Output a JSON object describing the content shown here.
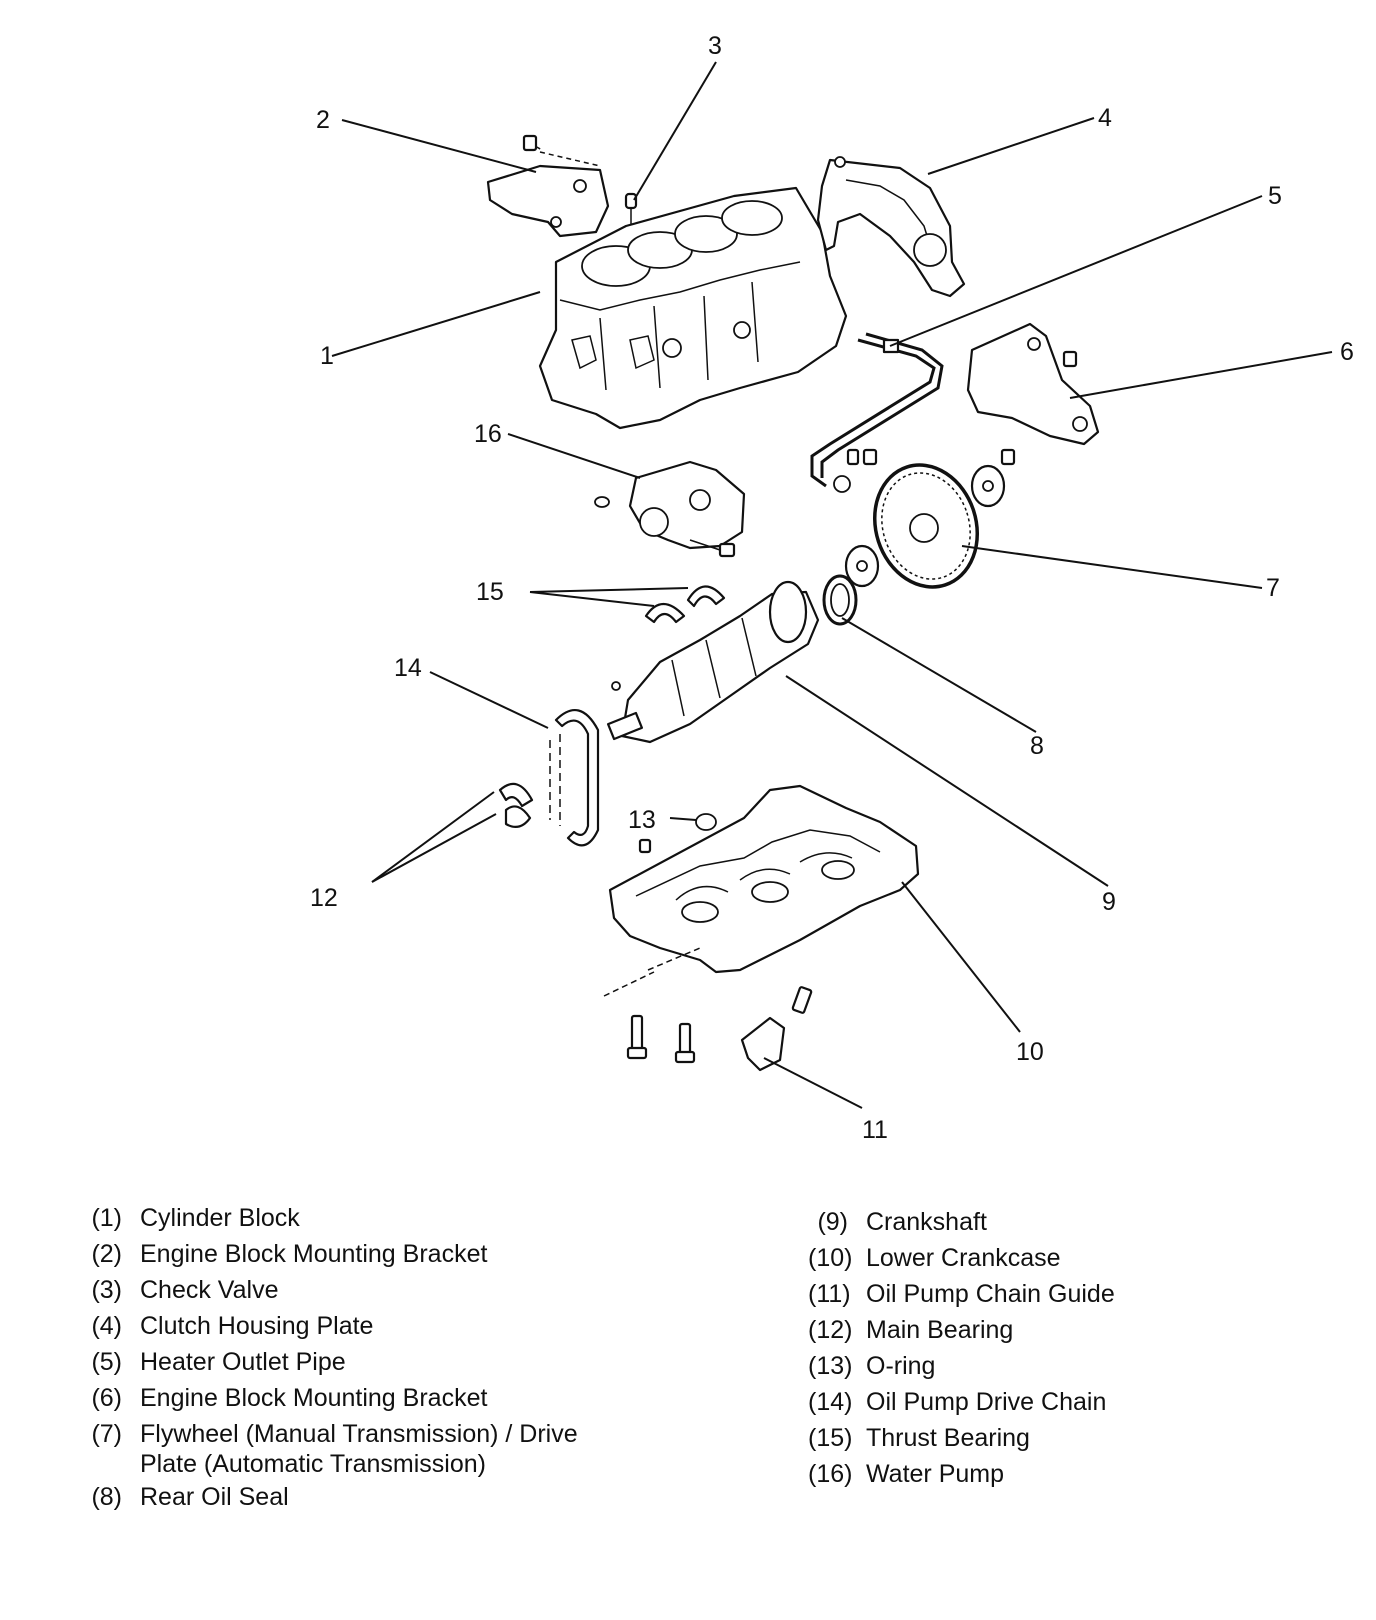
{
  "callouts": [
    "1",
    "2",
    "3",
    "4",
    "5",
    "6",
    "7",
    "8",
    "9",
    "10",
    "11",
    "12",
    "13",
    "14",
    "15",
    "16"
  ],
  "legend_left": [
    {
      "num": "(1)",
      "label": "Cylinder Block"
    },
    {
      "num": "(2)",
      "label": "Engine Block Mounting Bracket"
    },
    {
      "num": "(3)",
      "label": "Check Valve"
    },
    {
      "num": "(4)",
      "label": "Clutch Housing Plate"
    },
    {
      "num": "(5)",
      "label": "Heater Outlet Pipe"
    },
    {
      "num": "(6)",
      "label": "Engine Block Mounting Bracket"
    },
    {
      "num": "(7)",
      "label": "Flywheel (Manual Transmission) / Drive\nPlate (Automatic Transmission)"
    },
    {
      "num": "(8)",
      "label": "Rear Oil Seal"
    }
  ],
  "legend_right": [
    {
      "num": "(9)",
      "label": "Crankshaft"
    },
    {
      "num": "(10)",
      "label": "Lower Crankcase"
    },
    {
      "num": "(11)",
      "label": "Oil Pump Chain Guide"
    },
    {
      "num": "(12)",
      "label": "Main Bearing"
    },
    {
      "num": "(13)",
      "label": "O-ring"
    },
    {
      "num": "(14)",
      "label": "Oil Pump Drive Chain"
    },
    {
      "num": "(15)",
      "label": "Thrust Bearing"
    },
    {
      "num": "(16)",
      "label": "Water Pump"
    }
  ]
}
